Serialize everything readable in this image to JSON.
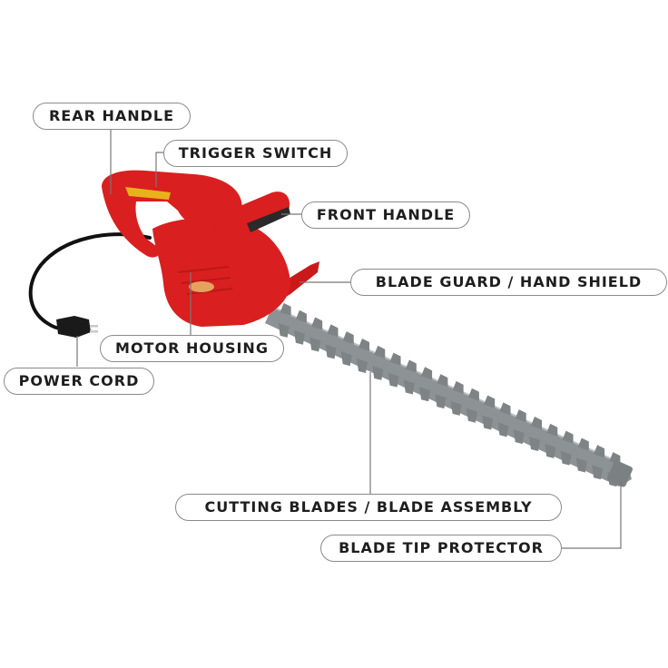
{
  "colors": {
    "body_red": "#d91f1f",
    "body_dark_red": "#a81414",
    "trigger_yellow": "#e8b21c",
    "blade_gray": "#8d9294",
    "cord_black": "#111111",
    "leader_line": "#777777"
  },
  "labels": {
    "rear_handle": "REAR HANDLE",
    "trigger_switch": "TRIGGER SWITCH",
    "front_handle": "FRONT HANDLE",
    "blade_guard": "BLADE GUARD / HAND SHIELD",
    "motor_housing": "MOTOR HOUSING",
    "power_cord": "POWER CORD",
    "cutting_blades": "CUTTING BLADES / BLADE ASSEMBLY",
    "blade_tip_protector": "BLADE TIP PROTECTOR"
  }
}
